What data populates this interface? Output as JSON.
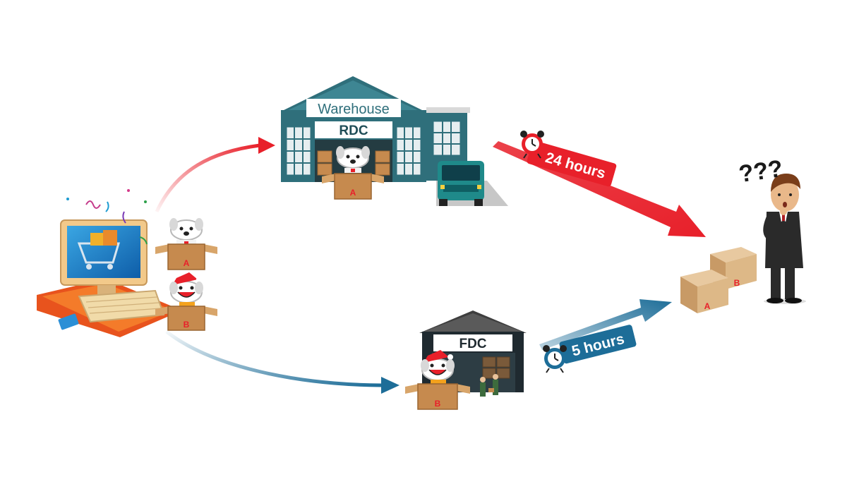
{
  "rdc": {
    "sign": "Warehouse",
    "name": "RDC",
    "package": "A"
  },
  "fdc": {
    "name": "FDC",
    "package": "B"
  },
  "origin": {
    "package_top": "A",
    "package_bottom": "B"
  },
  "routes": {
    "slow_time": "24 hours",
    "fast_time": "5 hours"
  },
  "customer": {
    "question": "???",
    "box_a": "A",
    "box_b": "B"
  },
  "colors": {
    "red": "#e8202a",
    "blue": "#1d6d98",
    "teal": "#2f6f7b"
  }
}
